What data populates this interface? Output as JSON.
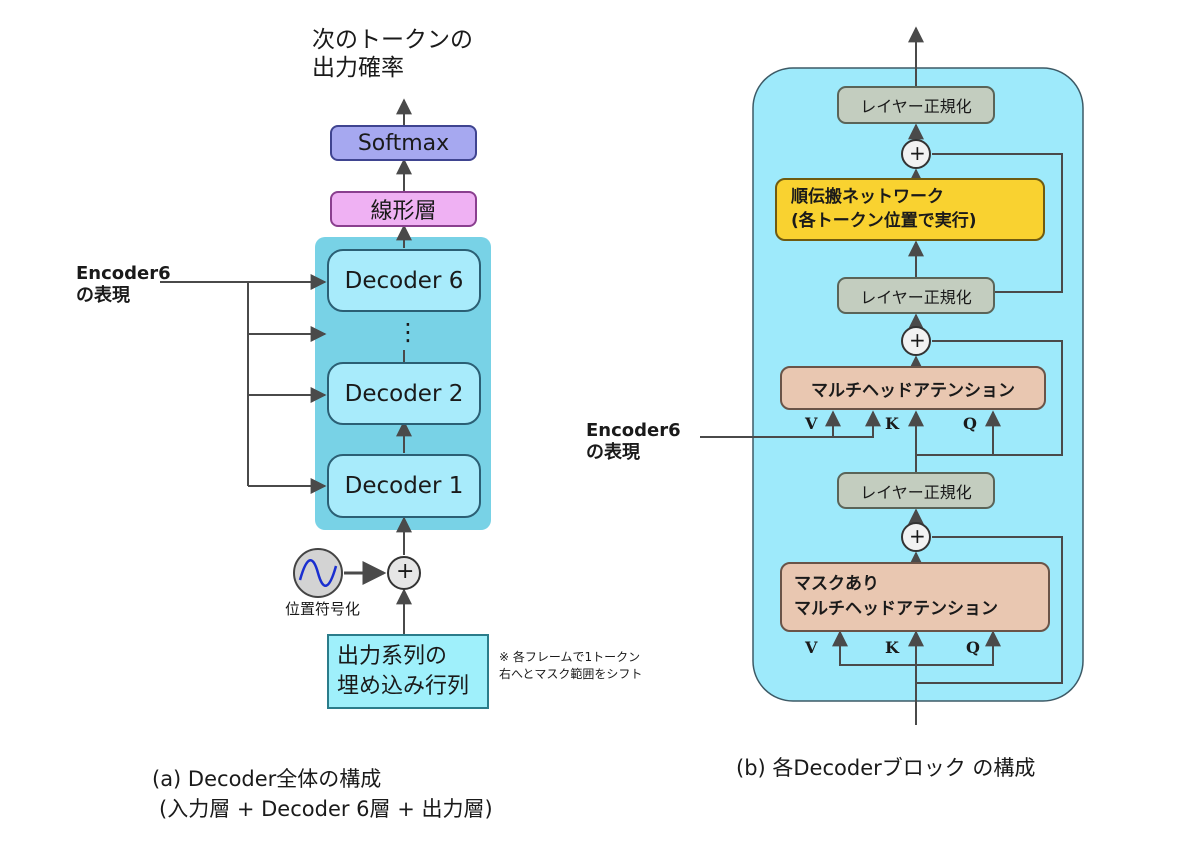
{
  "left": {
    "output_prob": [
      "次のトークンの",
      "出力確率"
    ],
    "softmax": "Softmax",
    "linear": "線形層",
    "decoders": [
      "Decoder 6",
      "Decoder 2",
      "Decoder 1"
    ],
    "ellipsis": "⋮",
    "encoder_repr": [
      "Encoder6",
      "の表現"
    ],
    "pos_enc": "位置符号化",
    "plus": "+",
    "output_embed": [
      "出力系列の",
      "埋め込み行列"
    ],
    "note": [
      "※ 各フレームで1トークン",
      "右へとマスク範囲をシフト"
    ],
    "caption": [
      "(a) Decoder全体の構成",
      "(入力層 + Decoder 6層 + 出力層)"
    ]
  },
  "right": {
    "norm": "レイヤー正規化",
    "ffn": [
      "順伝搬ネットワーク",
      "(各トークン位置で実行)"
    ],
    "mha": "マルチヘッドアテンション",
    "masked_mha": [
      "マスクあり",
      "マルチヘッドアテンション"
    ],
    "v": "V",
    "k": "K",
    "q": "Q",
    "encoder_repr": [
      "Encoder6",
      "の表現"
    ],
    "plus": "+",
    "caption": "(b) 各Decoderブロック の構成"
  },
  "colors": {
    "stack_bg": "#78d2e6",
    "decoder": "#a8ebfb",
    "softmax": "#a6a8f0",
    "linear": "#efb1f3",
    "embed": "#9ff0fb",
    "block_bg": "#9eeafb",
    "norm": "#c3cdbf",
    "ffn": "#f9d230",
    "mha": "#e9c7b1"
  }
}
